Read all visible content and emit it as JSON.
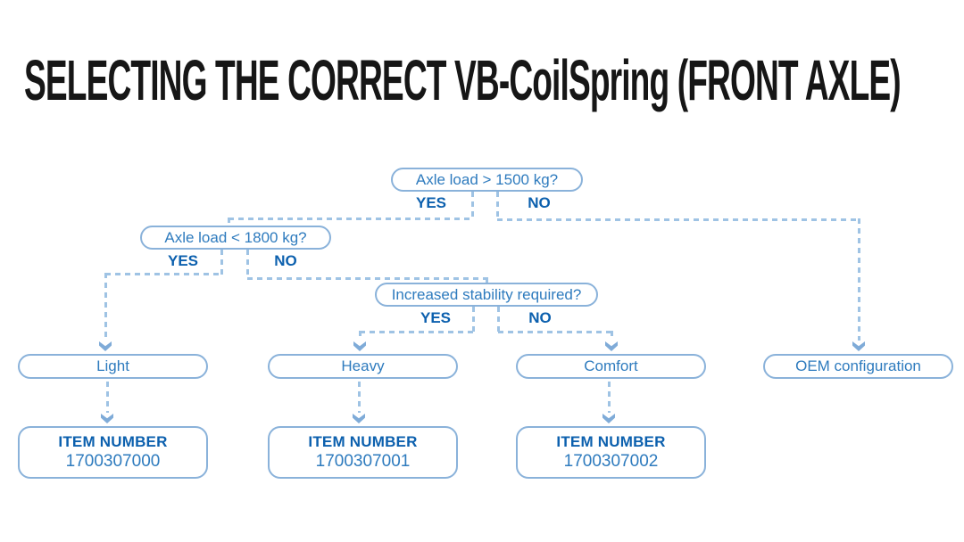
{
  "title": "SELECTING THE CORRECT VB-CoilSpring (FRONT AXLE)",
  "colors": {
    "title_text": "#161616",
    "box_border": "#8ab2da",
    "box_text": "#2e7bbe",
    "emphasis_blue": "#0c60ae",
    "connector": "#9fc3e4",
    "arrow": "#7fabd8",
    "background": "#ffffff"
  },
  "flowchart": {
    "decisions": [
      {
        "question": "Axle load > 1500 kg?",
        "yes_label": "YES",
        "no_label": "NO"
      },
      {
        "question": "Axle load < 1800 kg?",
        "yes_label": "YES",
        "no_label": "NO"
      },
      {
        "question": "Increased stability required?",
        "yes_label": "YES",
        "no_label": "NO"
      }
    ],
    "results": [
      {
        "label": "Light",
        "item_label": "ITEM NUMBER",
        "item_number": "1700307000"
      },
      {
        "label": "Heavy",
        "item_label": "ITEM NUMBER",
        "item_number": "1700307001"
      },
      {
        "label": "Comfort",
        "item_label": "ITEM NUMBER",
        "item_number": "1700307002"
      },
      {
        "label": "OEM configuration"
      }
    ],
    "connections": [
      "Axle load > 1500 kg? YES -> Axle load < 1800 kg?",
      "Axle load > 1500 kg? NO -> OEM configuration",
      "Axle load < 1800 kg? YES -> Light",
      "Axle load < 1800 kg? NO -> Increased stability required?",
      "Increased stability required? YES -> Heavy",
      "Increased stability required? NO -> Comfort",
      "Light -> ITEM NUMBER 1700307000",
      "Heavy -> ITEM NUMBER 1700307001",
      "Comfort -> ITEM NUMBER 1700307002"
    ]
  }
}
